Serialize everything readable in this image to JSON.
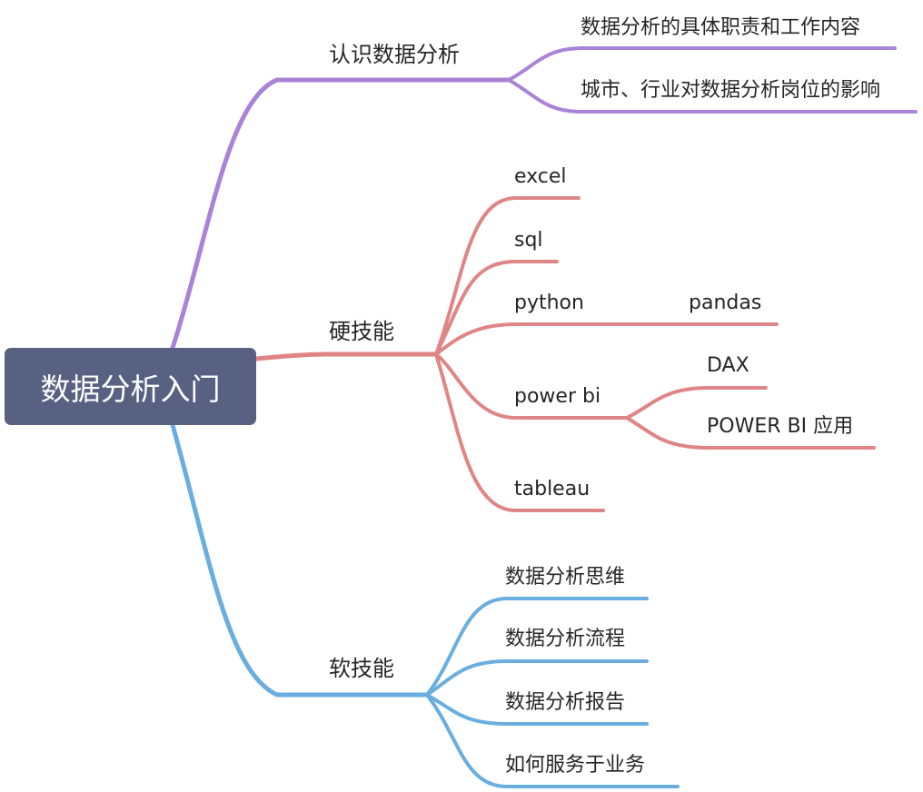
{
  "root": {
    "label": "数据分析入门",
    "color": "#586181"
  },
  "branches": [
    {
      "label": "认识数据分析",
      "color": "#a983d8",
      "children": [
        {
          "label": "数据分析的具体职责和工作内容",
          "children": []
        },
        {
          "label": "城市、行业对数据分析岗位的影响",
          "children": []
        }
      ]
    },
    {
      "label": "硬技能",
      "color": "#e08585",
      "children": [
        {
          "label": "excel",
          "children": []
        },
        {
          "label": "sql",
          "children": []
        },
        {
          "label": "python",
          "children": [
            {
              "label": "pandas"
            }
          ]
        },
        {
          "label": "power bi",
          "children": [
            {
              "label": "DAX"
            },
            {
              "label": "POWER BI 应用"
            }
          ]
        },
        {
          "label": "tableau",
          "children": []
        }
      ]
    },
    {
      "label": "软技能",
      "color": "#6aaee0",
      "children": [
        {
          "label": "数据分析思维",
          "children": []
        },
        {
          "label": "数据分析流程",
          "children": []
        },
        {
          "label": "数据分析报告",
          "children": []
        },
        {
          "label": "如何服务于业务",
          "children": []
        }
      ]
    }
  ]
}
